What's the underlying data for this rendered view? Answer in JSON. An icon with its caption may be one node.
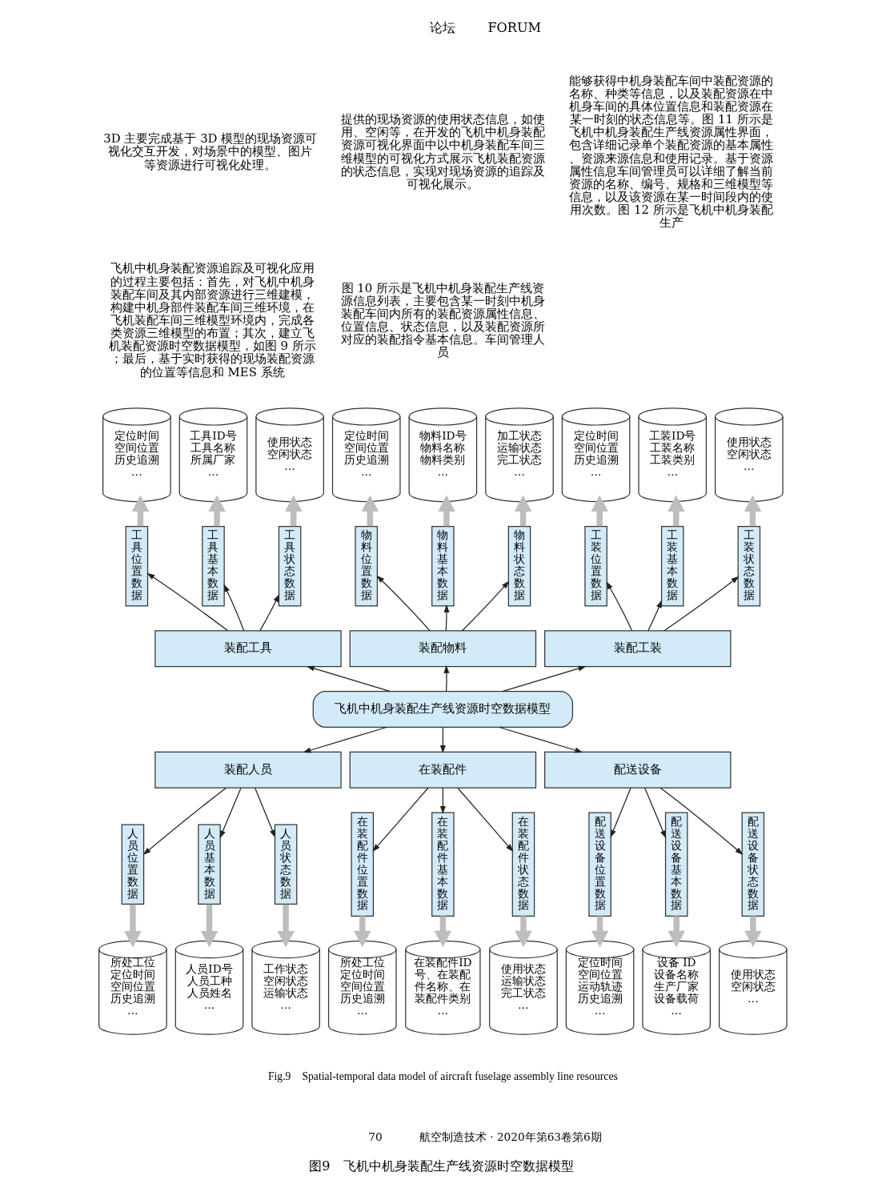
{
  "diagram": {
    "caption": "图9　飞机中机身装配生产线资源时空数据模型",
    "nodes": [
      {
        "text": [
          "定位时间",
          "空间位置",
          "历史追溯",
          "…"
        ]
      },
      {
        "text": [
          "工具ID号",
          "工具名称",
          "所属厂家",
          "…"
        ]
      },
      {
        "text": [
          "使用状态",
          "空闲状态",
          "…"
        ]
      },
      {
        "text": [
          "定位时间",
          "空间位置",
          "历史追溯",
          "…"
        ]
      },
      {
        "text": [
          "物料ID号",
          "物料名称",
          "物料类别",
          "…"
        ]
      },
      {
        "text": [
          "加工状态",
          "运输状态",
          "完工状态",
          "…"
        ]
      },
      {
        "text": [
          "定位时间",
          "空间位置",
          "历史追溯",
          "…"
        ]
      },
      {
        "text": [
          "工装ID号",
          "工装名称",
          "工装类别",
          "…"
        ]
      },
      {
        "text": [
          "使用状态",
          "空闲状态",
          "…"
        ]
      },
      {
        "text": [
          "工具位置数据"
        ]
      },
      {
        "text": [
          "工具基本数据"
        ]
      },
      {
        "text": [
          "工具状态数据"
        ]
      },
      {
        "text": [
          "物料位置数据"
        ]
      },
      {
        "text": [
          "物料基本数据"
        ]
      },
      {
        "text": [
          "物料状态数据"
        ]
      },
      {
        "text": [
          "工装位置数据"
        ]
      },
      {
        "text": [
          "工装基本数据"
        ]
      },
      {
        "text": [
          "工装状态数据"
        ]
      },
      {
        "text": [
          "装配工具"
        ]
      },
      {
        "text": [
          "装配物料"
        ]
      },
      {
        "text": [
          "装配工装"
        ]
      },
      {
        "text": [
          "飞机中机身装配生产线资源时空数据模型"
        ]
      },
      {
        "text": [
          "装配人员"
        ]
      },
      {
        "text": [
          "在装配件"
        ]
      },
      {
        "text": [
          "配送设备"
        ]
      },
      {
        "text": [
          "人员位置数据"
        ]
      },
      {
        "text": [
          "人员基本数据"
        ]
      },
      {
        "text": [
          "人员状态数据"
        ]
      },
      {
        "text": [
          "在装配件位置数据"
        ]
      },
      {
        "text": [
          "在装配件基本数据"
        ]
      },
      {
        "text": [
          "在装配件状态数据"
        ]
      },
      {
        "text": [
          "配送设备位置数据"
        ]
      },
      {
        "text": [
          "配送设备基本数据"
        ]
      },
      {
        "text": [
          "配送设备状态数据"
        ]
      },
      {
        "text": [
          "所处工位",
          "定位时间",
          "空间位置",
          "历史追溯",
          "…"
        ]
      },
      {
        "text": [
          "人员ID号",
          "人员工种",
          "人员姓名",
          "…"
        ]
      },
      {
        "text": [
          "工作状态",
          "空闲状态",
          "运输状态",
          "…"
        ]
      },
      {
        "text": [
          "所处工位",
          "定位时间",
          "空间位置",
          "历史追溯",
          "…"
        ]
      },
      {
        "text": [
          "在装配件ID号、在装配件名称、在装配件类别 …"
        ]
      },
      {
        "text": [
          "使用状态",
          "运输状态",
          "完工状态",
          "…"
        ]
      },
      {
        "text": [
          "定位时间",
          "空间位置",
          "运动轨迹",
          "历史追溯",
          "…"
        ]
      },
      {
        "text": [
          "设备 ID",
          "设备名称",
          "生产厂家",
          "设备载荷",
          "…"
        ]
      },
      {
        "text": [
          "使用状态",
          "空闲状态",
          "…"
        ]
      }
    ],
    "edges": [
      {
        "from": 21,
        "to": 18,
        "arrow": "to"
      },
      {
        "from": 21,
        "to": 19,
        "arrow": "to"
      },
      {
        "from": 21,
        "to": 20,
        "arrow": "to"
      },
      {
        "from": 18,
        "to": 9,
        "arrow": "to"
      },
      {
        "from": 18,
        "to": 10,
        "arrow": "to"
      },
      {
        "from": 18,
        "to": 11,
        "arrow": "to"
      },
      {
        "from": 19,
        "to": 12,
        "arrow": "to"
      },
      {
        "from": 19,
        "to": 13,
        "arrow": "to"
      },
      {
        "from": 19,
        "to": 14,
        "arrow": "to"
      },
      {
        "from": 20,
        "to": 15,
        "arrow": "to"
      },
      {
        "from": 20,
        "to": 16,
        "arrow": "to"
      },
      {
        "from": 20,
        "to": 17,
        "arrow": "to"
      },
      {
        "from": 9,
        "to": 0,
        "arrow": "to",
        "style": "thick",
        "color": "#bdbdbd"
      },
      {
        "from": 10,
        "to": 1,
        "arrow": "to",
        "style": "thick",
        "color": "#bdbdbd"
      },
      {
        "from": 11,
        "to": 2,
        "arrow": "to",
        "style": "thick",
        "color": "#bdbdbd"
      },
      {
        "from": 12,
        "to": 3,
        "arrow": "to",
        "style": "thick",
        "color": "#bdbdbd"
      },
      {
        "from": 13,
        "to": 4,
        "arrow": "to",
        "style": "thick",
        "color": "#bdbdbd"
      },
      {
        "from": 14,
        "to": 5,
        "arrow": "to",
        "style": "thick",
        "color": "#bdbdbd"
      },
      {
        "from": 15,
        "to": 6,
        "arrow": "to",
        "style": "thick",
        "color": "#bdbdbd"
      },
      {
        "from": 16,
        "to": 7,
        "arrow": "to",
        "style": "thick",
        "color": "#bdbdbd"
      },
      {
        "from": 17,
        "to": 8,
        "arrow": "to",
        "style": "thick",
        "color": "#bdbdbd"
      },
      {
        "from": 21,
        "to": 22,
        "arrow": "to"
      },
      {
        "from": 21,
        "to": 23,
        "arrow": "to"
      },
      {
        "from": 21,
        "to": 24,
        "arrow": "to"
      },
      {
        "from": 22,
        "to": 25,
        "arrow": "to"
      },
      {
        "from": 22,
        "to": 26,
        "arrow": "to"
      },
      {
        "from": 22,
        "to": 27,
        "arrow": "to"
      },
      {
        "from": 23,
        "to": 28,
        "arrow": "to"
      },
      {
        "from": 23,
        "to": 29,
        "arrow": "to"
      },
      {
        "from": 23,
        "to": 30,
        "arrow": "to"
      },
      {
        "from": 24,
        "to": 31,
        "arrow": "to"
      },
      {
        "from": 24,
        "to": 32,
        "arrow": "to"
      },
      {
        "from": 24,
        "to": 33,
        "arrow": "to"
      },
      {
        "from": 25,
        "to": 34,
        "arrow": "to",
        "style": "thick",
        "color": "#bdbdbd"
      },
      {
        "from": 26,
        "to": 35,
        "arrow": "to",
        "style": "thick",
        "color": "#bdbdbd"
      },
      {
        "from": 27,
        "to": 36,
        "arrow": "to",
        "style": "thick",
        "color": "#bdbdbd"
      },
      {
        "from": 28,
        "to": 37,
        "arrow": "to",
        "style": "thick",
        "color": "#bdbdbd"
      },
      {
        "from": 29,
        "to": 38,
        "arrow": "to",
        "style": "thick",
        "color": "#bdbdbd"
      },
      {
        "from": 30,
        "to": 39,
        "arrow": "to",
        "style": "thick",
        "color": "#bdbdbd"
      },
      {
        "from": 31,
        "to": 40,
        "arrow": "to",
        "style": "thick",
        "color": "#bdbdbd"
      },
      {
        "from": 32,
        "to": 41,
        "arrow": "to",
        "style": "thick",
        "color": "#bdbdbd"
      },
      {
        "from": 33,
        "to": 42,
        "arrow": "to",
        "style": "thick",
        "color": "#bdbdbd"
      }
    ],
    "labels": [
      "论坛",
      "FORUM",
      "3D 主要完成基于 3D 模型的现场资源可视化交互开发，对场景中的模型、图片等资源进行可视化处理。",
      "飞机中机身装配资源追踪及可视化应用的过程主要包括：首先，对飞机中机身装配车间及其内部资源进行三维建模，构建中机身部件装配车间三维环境，在飞机装配车间三维模型环境内，完成各类资源三维模型的布置；其次，建立飞机装配资源时空数据模型，如图 9 所示；最后，基于实时获得的现场装配资源的位置等信息和 MES 系统",
      "提供的现场资源的使用状态信息，如使用、空闲等，在开发的飞机中机身装配资源可视化界面中以中机身装配车间三维模型的可视化方式展示飞机装配资源的状态信息，实现对现场资源的追踪及可视化展示。",
      "图 10 所示是飞机中机身装配生产线资源信息列表，主要包含某一时刻中机身装配车间内所有的装配资源属性信息、位置信息、状态信息，以及装配资源所对应的装配指令基本信息。车间管理人员",
      "能够获得中机身装配车间中装配资源的名称、种类等信息，以及装配资源在中机身车间的具体位置信息和装配资源在某一时刻的状态信息等。图 11 所示是飞机中机身装配生产线资源属性界面，包含详细记录单个装配资源的基本属性、资源来源信息和使用记录。基于资源属性信息车间管理员可以详细了解当前资源的名称、编号、规格和三维模型等信息，以及该资源在某一时间段内的使用次数。图 12 所示是飞机中机身装配生产",
      "Fig.9　Spatial-temporal data model of aircraft fuselage assembly line resources",
      "70",
      "航空制造技术 · 2020年第63卷第6期"
    ]
  }
}
